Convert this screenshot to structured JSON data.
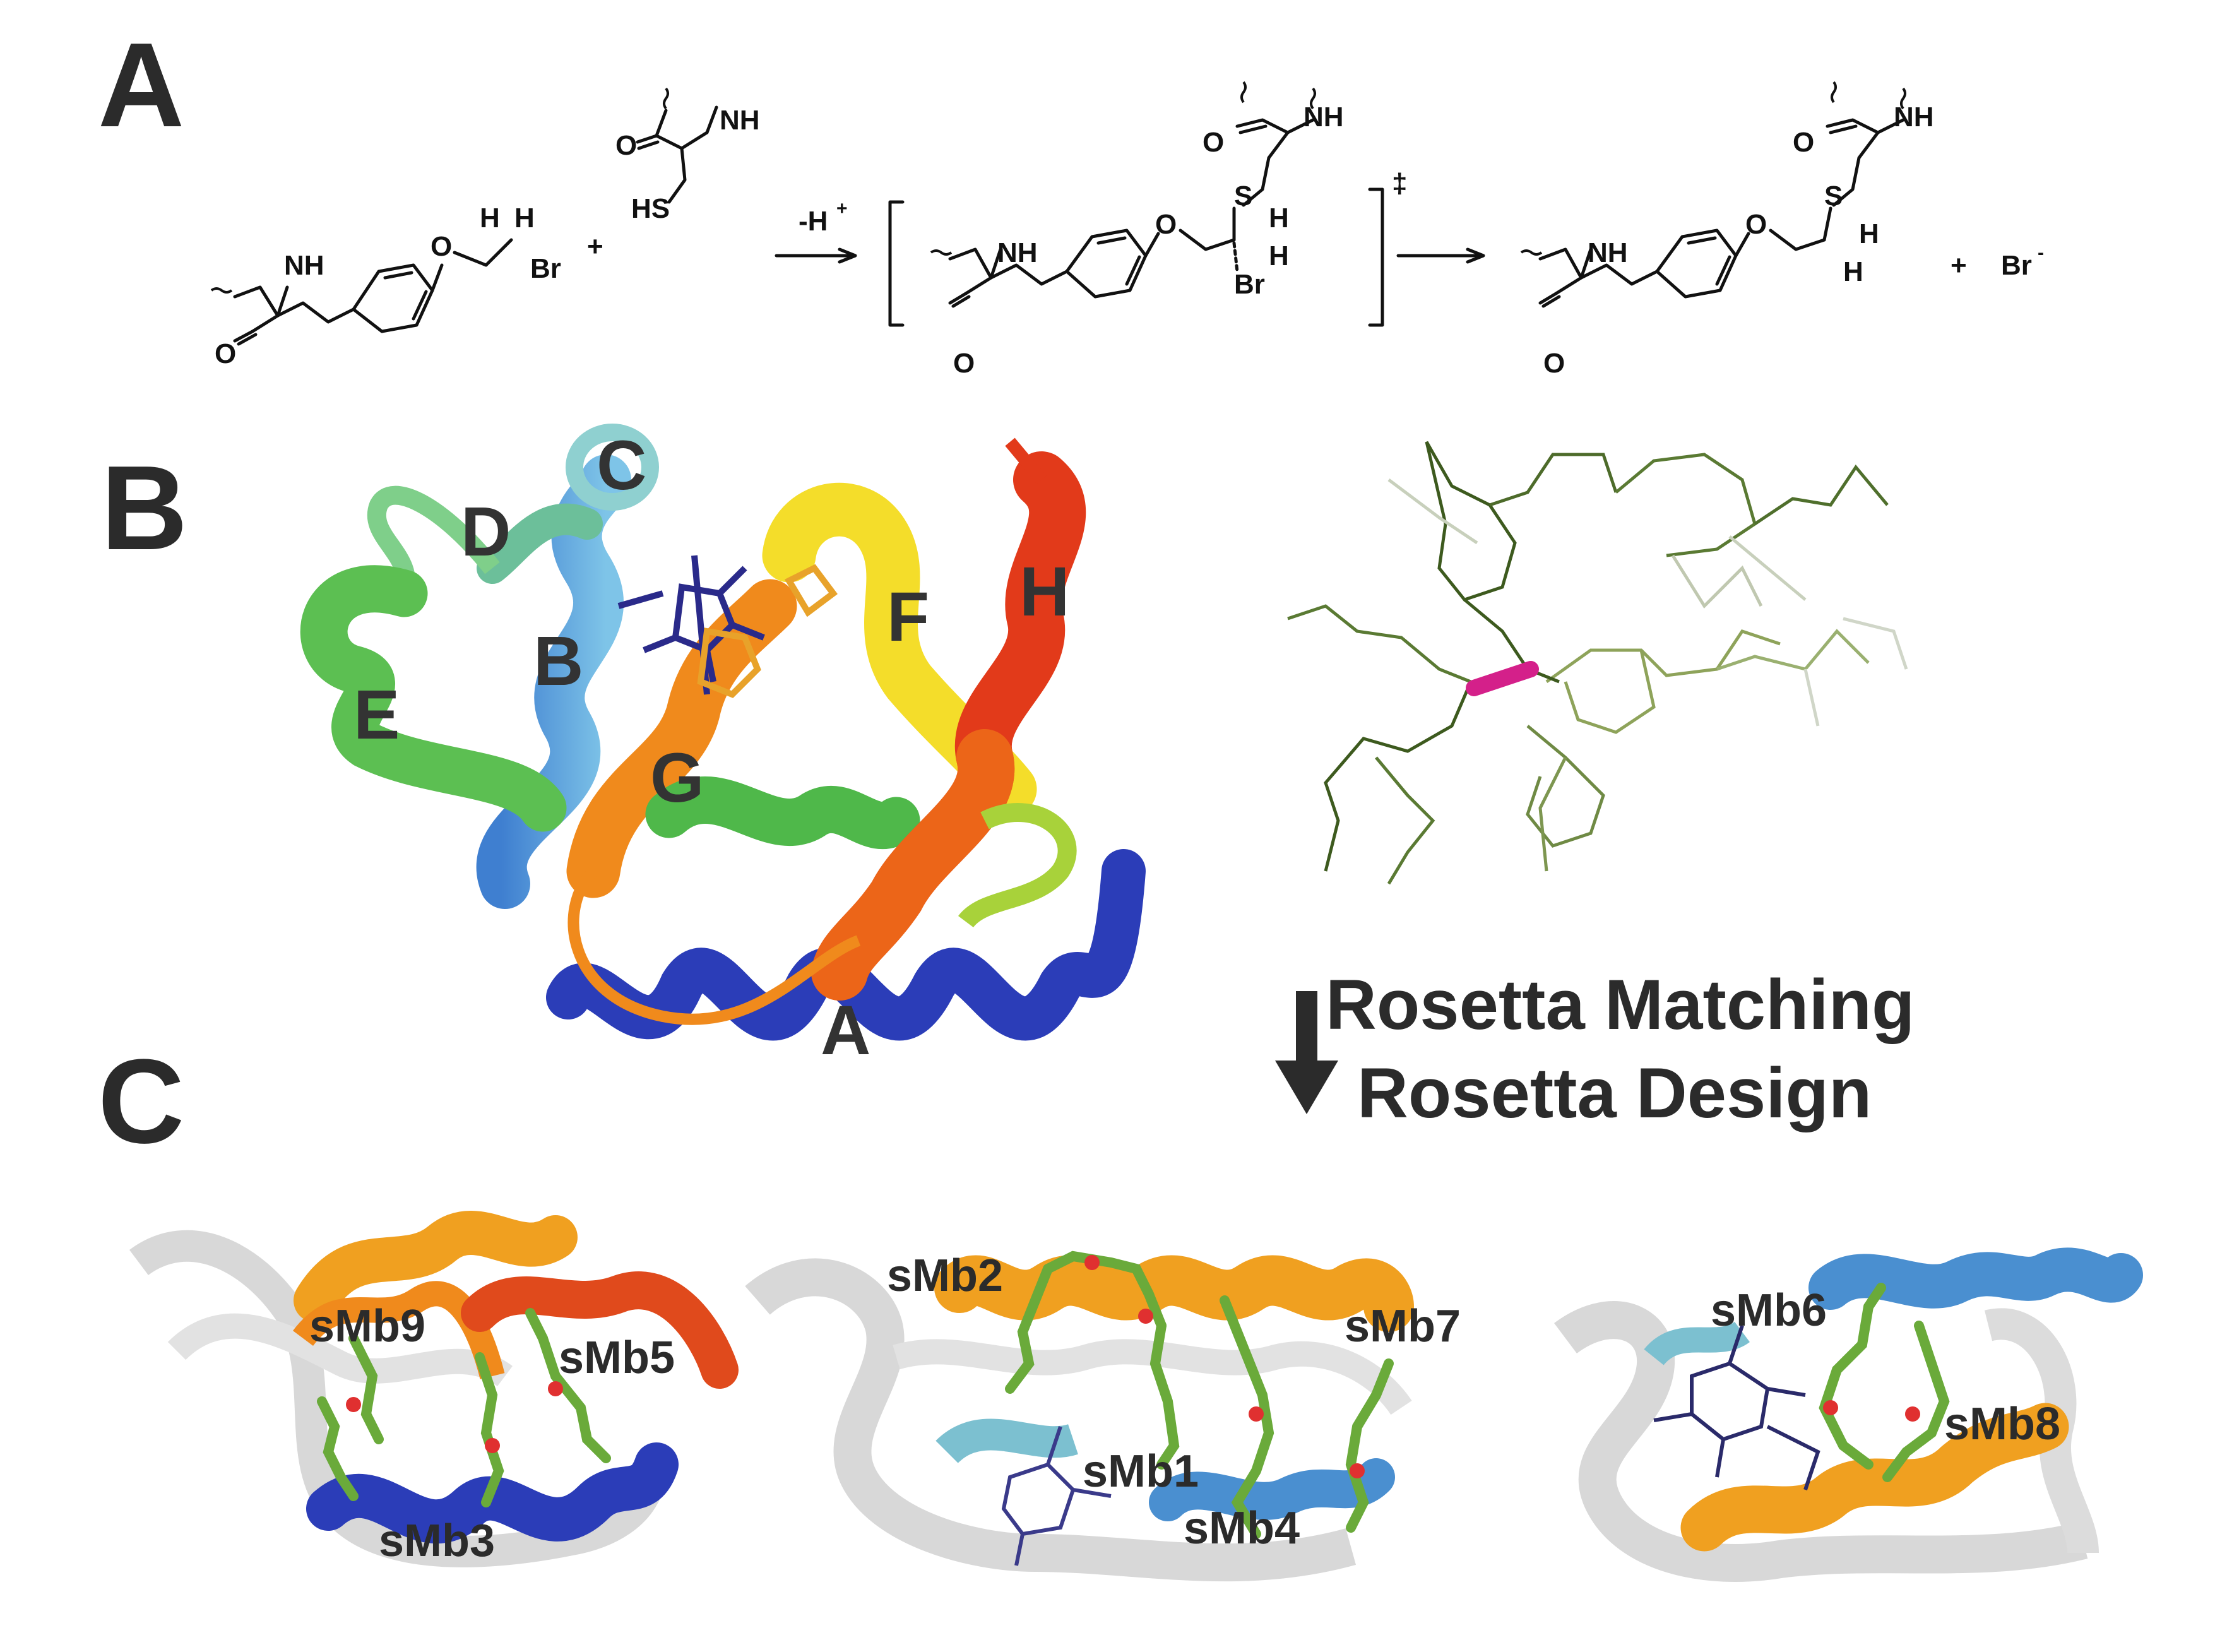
{
  "panels": {
    "a": "A",
    "b": "B",
    "c": "C"
  },
  "reaction": {
    "atoms": {
      "nh": "NH",
      "o": "O",
      "br": "Br",
      "h": "H",
      "s": "S",
      "hs": "HS"
    },
    "plus": "+",
    "reagent_label": "-H",
    "reagent_sup": "+",
    "dagger": "‡",
    "bromide": "Br",
    "bromide_charge": "-"
  },
  "structure_b": {
    "helices": [
      "A",
      "B",
      "C",
      "D",
      "E",
      "F",
      "G",
      "H"
    ]
  },
  "workflow": {
    "step1": "Rosetta Matching",
    "step2": "Rosetta Design"
  },
  "designs": {
    "left": [
      "sMb9",
      "sMb5",
      "sMb3"
    ],
    "middle": [
      "sMb2",
      "sMb7",
      "sMb1",
      "sMb4"
    ],
    "right": [
      "sMb6",
      "sMb8"
    ]
  },
  "colors": {
    "helix_A": "#2b3db8",
    "helix_B": "#4aa0d8",
    "helix_C": "#8fd0d0",
    "helix_D": "#6cbf9a",
    "helix_E": "#5cbf52",
    "helix_F": "#f4dd2a",
    "helix_G": "#f08a1c",
    "helix_H": "#e23a1a",
    "heme": "#2a2a8a",
    "ligand": "#6aaa3a",
    "matching_bond": "#d4208a"
  }
}
